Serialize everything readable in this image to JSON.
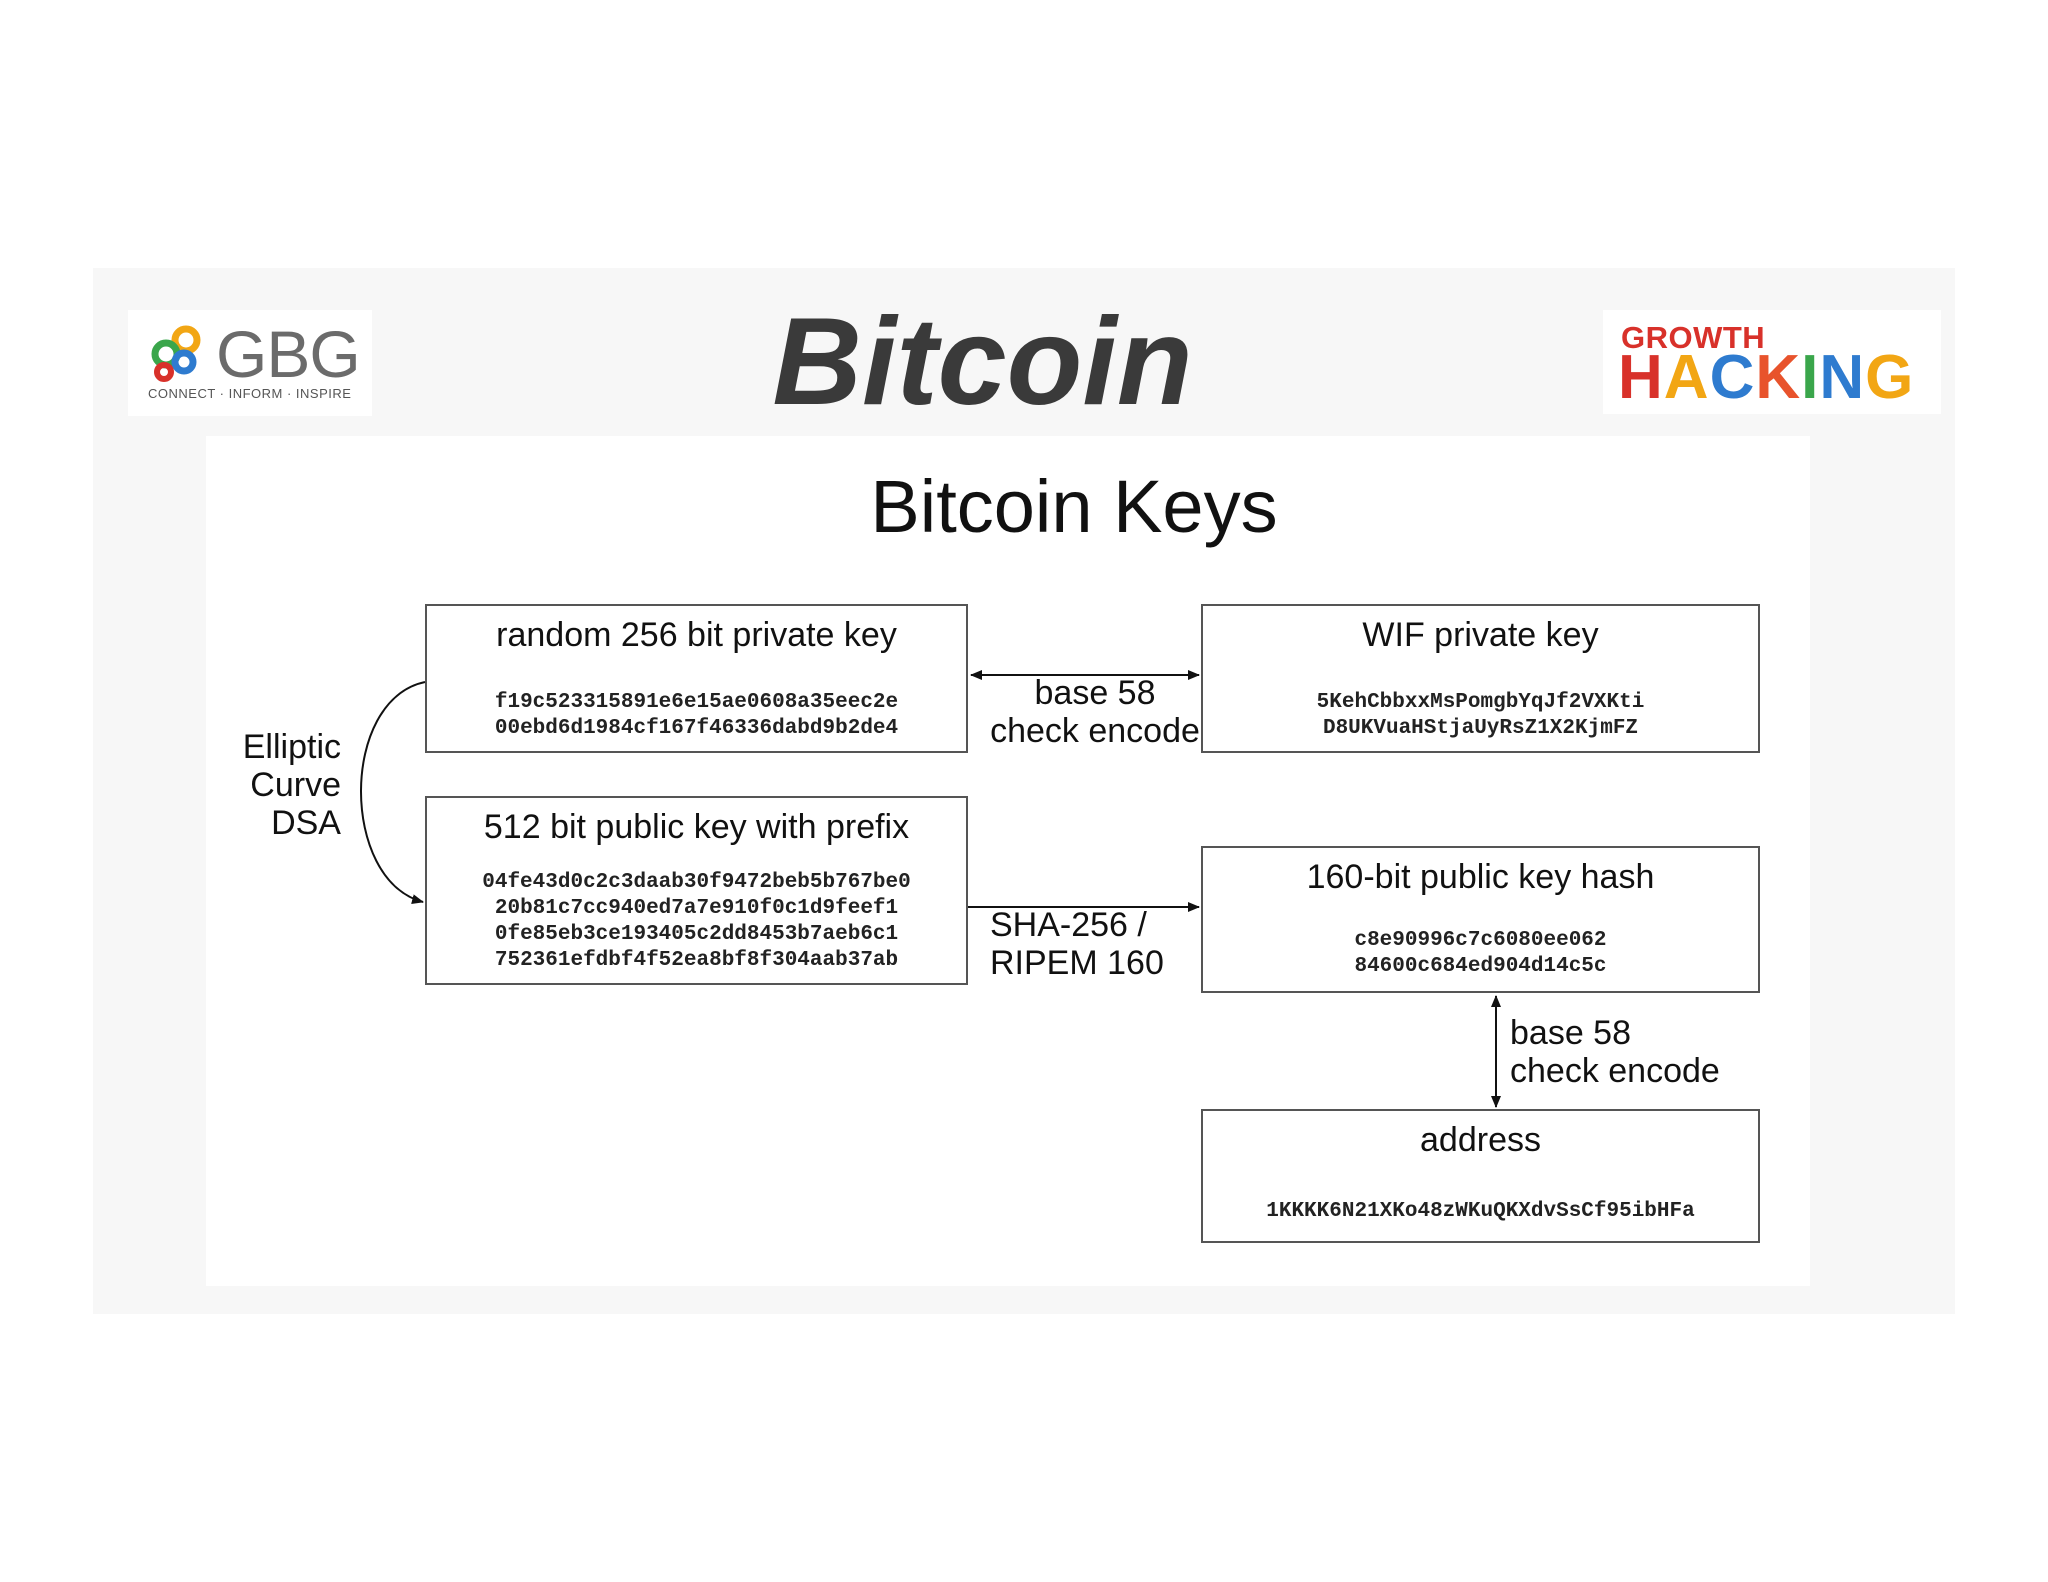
{
  "slide": {
    "title": "Bitcoin",
    "gbg_logo": {
      "word": "GBG",
      "tagline": "CONNECT  ·  INFORM  ·  INSPIRE"
    },
    "growth_hacking_logo": {
      "top": "GROWTH",
      "bottom": "HACKING"
    }
  },
  "diagram": {
    "title": "Bitcoin Keys",
    "private_key": {
      "title": "random 256 bit private key",
      "lines": [
        "f19c523315891e6e15ae0608a35eec2e",
        "00ebd6d1984cf167f46336dabd9b2de4"
      ]
    },
    "wif_key": {
      "title": "WIF private key",
      "lines": [
        "5KehCbbxxMsPomgbYqJf2VXKti",
        "D8UKVuaHStjaUyRsZ1X2KjmFZ"
      ]
    },
    "public_key": {
      "title": "512 bit public key with prefix",
      "lines": [
        "04fe43d0c2c3daab30f9472beb5b767be0",
        "20b81c7cc940ed7a7e910f0c1d9feef1",
        "0fe85eb3ce193405c2dd8453b7aeb6c1",
        "752361efdbf4f52ea8bf8f304aab37ab"
      ]
    },
    "hash": {
      "title": "160-bit public key hash",
      "lines": [
        "c8e90996c7c6080ee062",
        "84600c684ed904d14c5c"
      ]
    },
    "address": {
      "title": "address",
      "lines": [
        "1KKKK6N21XKo48zWKuQKXdvSsCf95ibHFa"
      ]
    },
    "labels": {
      "ecdsa": [
        "Elliptic",
        "Curve",
        "DSA"
      ],
      "base58_top": [
        "base 58",
        "check encode"
      ],
      "sha": [
        "SHA-256 /",
        "RIPEM 160"
      ],
      "base58_right": [
        "base 58",
        "check encode"
      ]
    }
  },
  "colors": {
    "gh_letters": [
      "#d8312a",
      "#f2a614",
      "#2e7bcf",
      "#e8532c",
      "#3aa64b",
      "#2e7bcf",
      "#f2a614"
    ]
  }
}
